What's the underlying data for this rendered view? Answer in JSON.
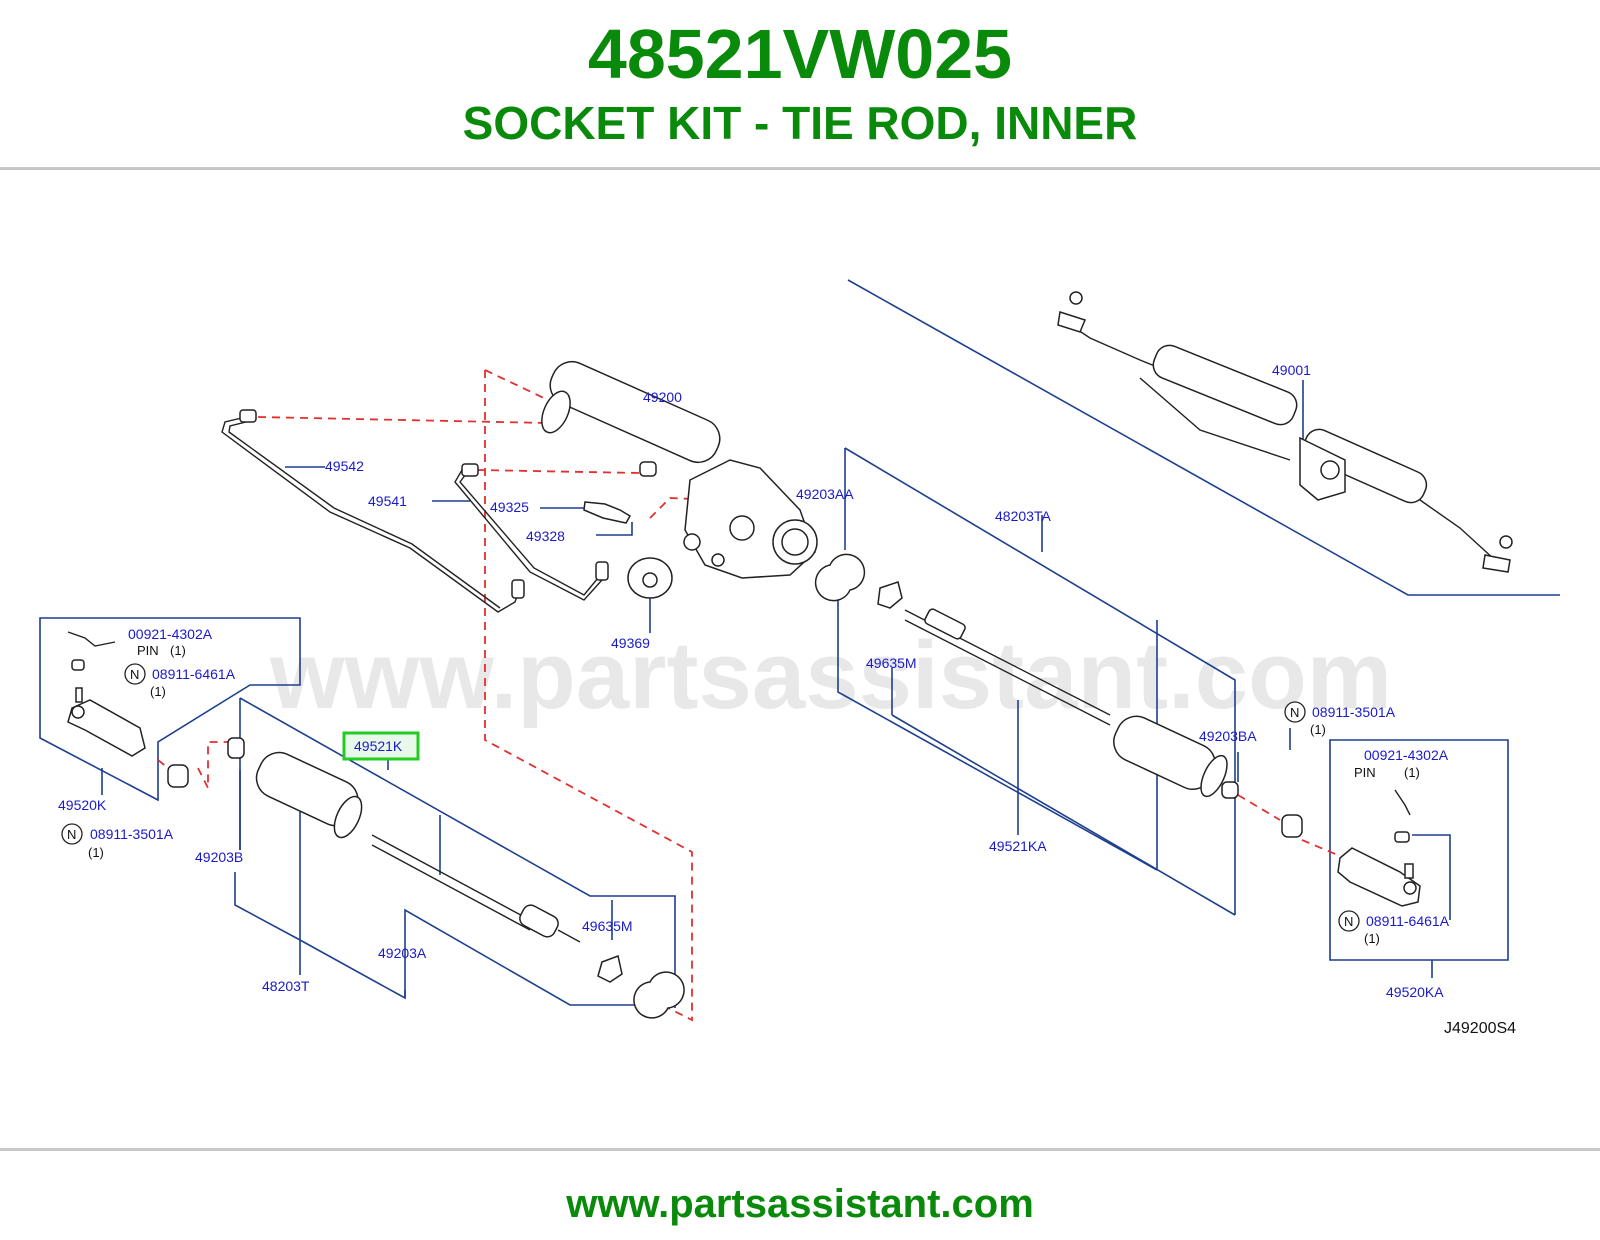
{
  "header": {
    "part_number": "48521VW025",
    "part_description": "SOCKET KIT - TIE ROD, INNER"
  },
  "diagram": {
    "watermark": "www.partsassistant.com",
    "diagram_code": "J49200S4",
    "highlight_color": "#22cc22",
    "callouts": {
      "c49001": "49001",
      "c49200": "49200",
      "c49542": "49542",
      "c49541": "49541",
      "c49325": "49325",
      "c49328": "49328",
      "c49369": "49369",
      "c49203AA": "49203AA",
      "c48203TA": "48203TA",
      "c49635M_upper": "49635M",
      "c49203BA": "49203BA",
      "c49521KA": "49521KA",
      "c00921_left": "00921-4302A",
      "c08911_6461_left": "08911-6461A",
      "c49520K": "49520K",
      "c08911_3501_left": "08911-3501A",
      "c49203B": "49203B",
      "c49521K": "49521K",
      "c49635M_lower": "49635M",
      "c49203A": "49203A",
      "c48203T": "48203T",
      "c08911_3501_right": "08911-3501A",
      "c00921_right": "00921-4302A",
      "c08911_6461_right": "08911-6461A",
      "c49520KA": "49520KA"
    },
    "notes": {
      "pin_left": "PIN",
      "pin_left_qty": "(1)",
      "qty_6461_left": "(1)",
      "qty_3501_left": "(1)",
      "qty_3501_right": "(1)",
      "pin_right": "PIN",
      "pin_right_qty": "(1)",
      "qty_6461_right": "(1)",
      "n_symbol": "N"
    }
  },
  "footer": {
    "url": "www.partsassistant.com"
  }
}
